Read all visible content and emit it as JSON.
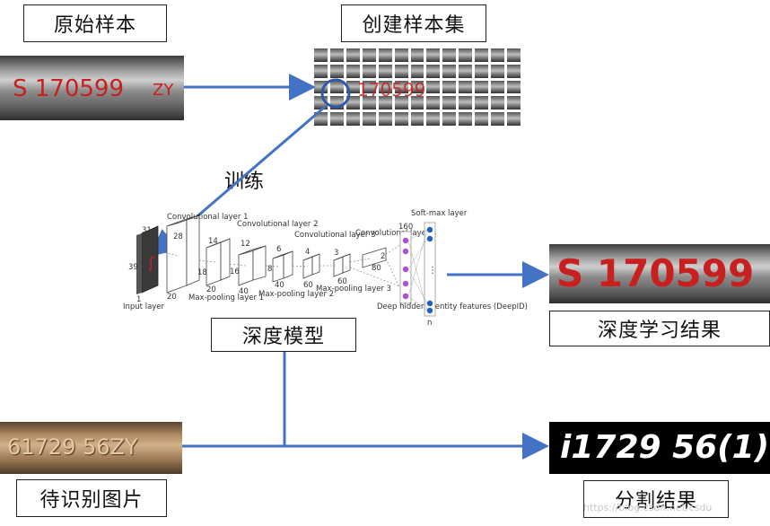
{
  "labels": {
    "original_sample": "原始样本",
    "create_sample_set": "创建样本集",
    "train": "训练",
    "deep_model": "深度模型",
    "deep_learning_result": "深度学习结果",
    "image_to_recognize": "待识别图片",
    "segmentation_result": "分割结果"
  },
  "photo_text": {
    "original": "S 170599",
    "original_suffix": "ZY",
    "grid_text": "170599",
    "result": "S 170599",
    "to_recognize": "61729 56ZY",
    "segmented": "i1729 56(1)"
  },
  "network": {
    "input_layer": "Input layer",
    "input_n": "1",
    "in_h": "31",
    "in_w": "39",
    "conv1": "Convolutional layer 1",
    "conv2": "Convolutional layer 2",
    "conv3": "Convolutional layer 3",
    "conv4": "Convolutional layer 4",
    "pool1": "Max-pooling layer 1",
    "pool2": "Max-pooling layer 2",
    "pool3": "Max-pooling layer 3",
    "softmax": "Soft-max layer",
    "deepid": "Deep hidden identity features (DeepID)",
    "n28": "28",
    "n20a": "20",
    "n14": "14",
    "n18": "18",
    "n20b": "20",
    "n12": "12",
    "n16": "16",
    "n40a": "40",
    "n6": "6",
    "n8": "8",
    "n40b": "40",
    "n4": "4",
    "n60a": "60",
    "n60b": "60",
    "n2": "2",
    "n3": "3",
    "n160": "160",
    "n80": "80",
    "nn": "n"
  },
  "watermark": "https://blog.csdn.net/csdu",
  "colors": {
    "arrow": "#4472c4",
    "red_digits": "#c8201e",
    "neuron_purple": "#b04fd6",
    "neuron_blue": "#1f5fbf"
  }
}
